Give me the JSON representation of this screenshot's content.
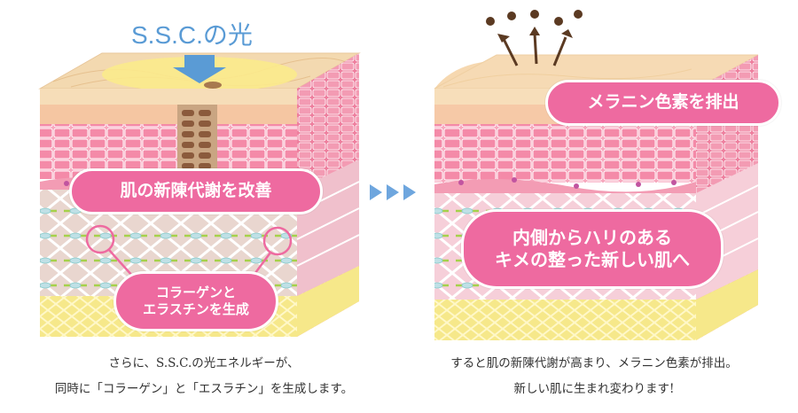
{
  "left_panel": {
    "light_label": "S.S.C.の光",
    "badge_metabolism": "肌の新陳代謝を改善",
    "badge_collagen_line1": "コラーゲンと",
    "badge_collagen_line2": "エラスチンを生成",
    "caption_line1": "さらに、S.S.C.の光エネルギーが、",
    "caption_line2": "同時に「コラーゲン」と「エスラチン」を生成します。"
  },
  "right_panel": {
    "badge_melanin": "メラニン色素を排出",
    "badge_firm_line1": "内側からハリのある",
    "badge_firm_line2": "キメの整った新しい肌へ",
    "caption_line1": "すると肌の新陳代謝が高まり、メラニン色素が排出。",
    "caption_line2": "新しい肌に生まれ変わります!"
  },
  "colors": {
    "pink_badge": "#ee6aa0",
    "light_blue": "#5a9bd5",
    "skin_top": "#f3d9b0",
    "pink_cell": "#f48aa8",
    "dermis": "#e9d4cf",
    "fat": "#f4e27a"
  },
  "icons": [
    "down-arrow-icon",
    "play-arrow-icon",
    "melanin-dot-icon",
    "magnifier-circle-icon"
  ]
}
